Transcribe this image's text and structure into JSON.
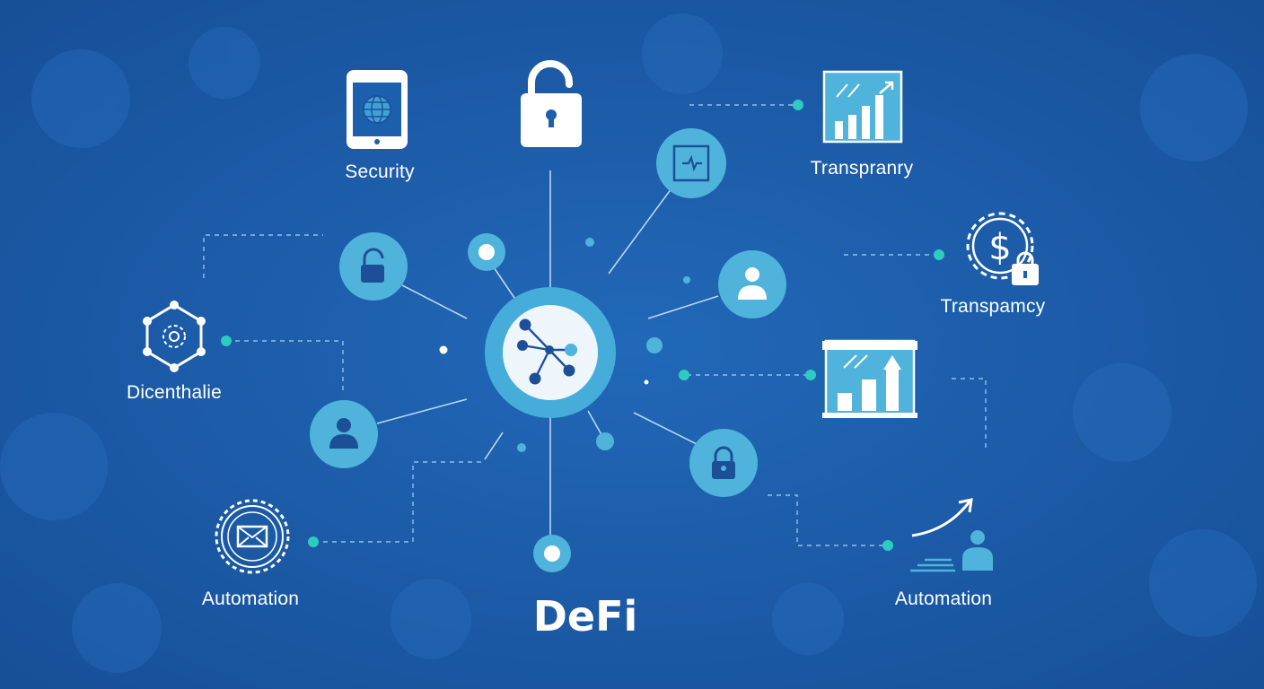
{
  "title": "DeFi",
  "labels": {
    "security": "Security",
    "transparency_top": "Transpranry",
    "transparency_mid": "Transpamcy",
    "decentralization": "Dicenthalie",
    "automation_left": "Automation",
    "automation_right": "Automation"
  },
  "icons": {
    "phone": "phone-globe-icon",
    "padlock": "padlock-icon",
    "chip": "chip-icon",
    "chart_top": "bar-chart-growth-icon",
    "dollar_gear": "dollar-gear-lock-icon",
    "hexagon_network": "hexagon-network-icon",
    "gear_envelope": "gear-envelope-icon",
    "chart_mid": "rising-bars-chart-icon",
    "person_growth": "person-growth-icon",
    "hub": "network-hub-icon"
  },
  "colors": {
    "background": "#1b5fad",
    "node_fill": "#4fb3dc",
    "node_icon": "#1d4f96",
    "accent_teal": "#2ecbc0",
    "line": "#b9d6f2",
    "dashed_line": "#8fc0ee",
    "white": "#ffffff"
  }
}
